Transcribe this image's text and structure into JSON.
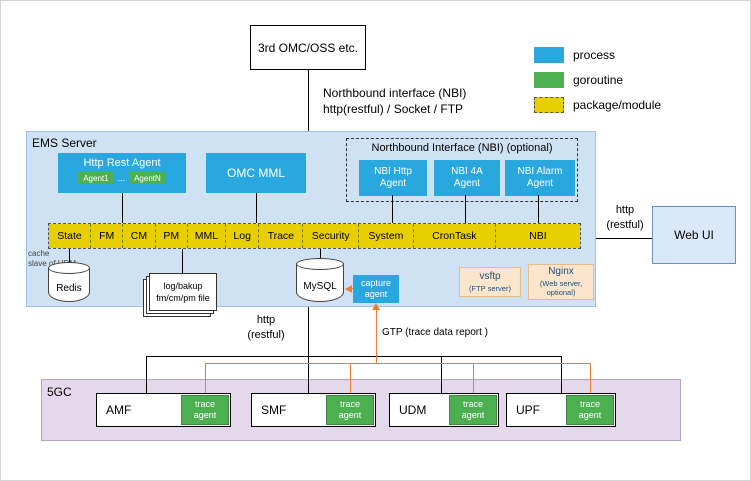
{
  "colors": {
    "process_blue": "#29a8e0",
    "goroutine_green": "#4caf50",
    "package_yellow": "#e8cf00",
    "ems_bg": "#cfe2f3",
    "fivegc_bg": "#e5d8ea",
    "orange_box_bg": "#fce5cd",
    "orange_box_border": "#e8bd88",
    "orange_line": "#ed7d31",
    "webui_bg": "#dae8fc",
    "webui_border": "#6c8ebf"
  },
  "top": {
    "omc_label": "3rd OMC/OSS etc.",
    "nbi_line1": "Northbound interface (NBI)",
    "nbi_line2": "http(restful) / Socket / FTP"
  },
  "legend": {
    "process": "process",
    "goroutine": "goroutine",
    "package_module": "package/module"
  },
  "ems": {
    "title": "EMS Server",
    "http_rest_agent": {
      "title": "Http Rest Agent",
      "agent1": "Agent1",
      "dots": "...",
      "agentN": "AgentN"
    },
    "omc_mml": "OMC MML",
    "nbi": {
      "title": "Northbound Interface (NBI)  (optional)",
      "agents": [
        {
          "line1": "NBI Http",
          "line2": "Agent"
        },
        {
          "line1": "NBI 4A",
          "line2": "Agent"
        },
        {
          "line1": "NBI Alarm",
          "line2": "Agent"
        }
      ]
    },
    "modules": [
      "State",
      "FM",
      "CM",
      "PM",
      "MML",
      "Log",
      "Trace",
      "Security",
      "System",
      "CronTask",
      "NBI"
    ],
    "redis": {
      "label": "Redis",
      "note1": "cache",
      "note2": "slave of UDM"
    },
    "files": {
      "line1": "log/bakup",
      "line2": "fm/cm/pm file"
    },
    "mysql": "MySQL",
    "capture_agent": {
      "line1": "capture",
      "line2": "agent"
    },
    "vsftp": {
      "line1": "vsftp",
      "line2": "(FTP server)"
    },
    "nginx": {
      "line1": "Nginx",
      "line2": "(Web server,",
      "line3": "optional)"
    }
  },
  "webui": {
    "label": "Web UI",
    "http1": "http",
    "http2": "(restful)"
  },
  "links": {
    "http1": "http",
    "http2": "(restful)",
    "gtp": "GTP  (trace data report )"
  },
  "fivegc": {
    "title": "5GC",
    "nfs": [
      {
        "name": "AMF",
        "agent1": "trace",
        "agent2": "agent"
      },
      {
        "name": "SMF",
        "agent1": "trace",
        "agent2": "agent"
      },
      {
        "name": "UDM",
        "agent1": "trace",
        "agent2": "agent"
      },
      {
        "name": "UPF",
        "agent1": "trace",
        "agent2": "agent"
      }
    ]
  }
}
